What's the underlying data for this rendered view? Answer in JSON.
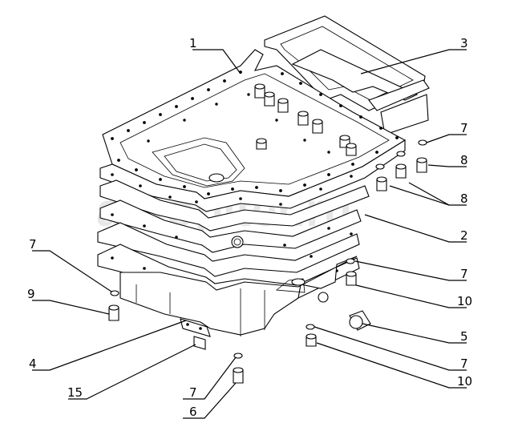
{
  "watermark": "autopiter.ru",
  "callouts": {
    "c1": "1",
    "c2": "2",
    "c3": "3",
    "c4": "4",
    "c5": "5",
    "c6": "6",
    "c7a": "7",
    "c7b": "7",
    "c7c": "7",
    "c7d": "7",
    "c7e": "7",
    "c8a": "8",
    "c8b": "8",
    "c9": "9",
    "c10a": "10",
    "c10b": "10",
    "c15": "15"
  }
}
